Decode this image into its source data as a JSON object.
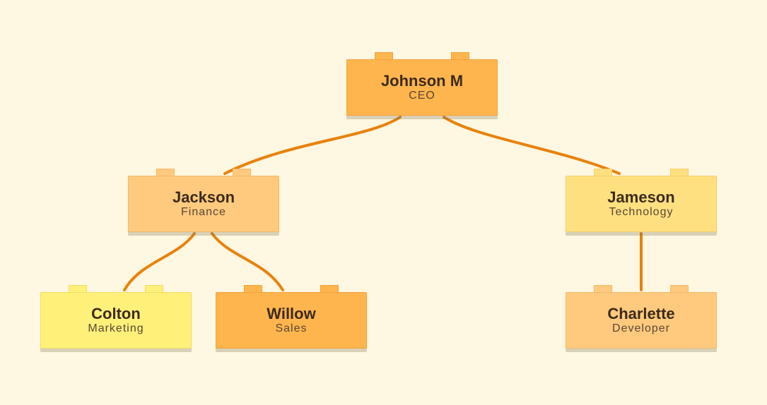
{
  "nodes": {
    "johnson": {
      "name": "Johnson M",
      "role": "CEO",
      "color": "#ffb54d"
    },
    "jackson": {
      "name": "Jackson",
      "role": "Finance",
      "color": "#ffca7d"
    },
    "jameson": {
      "name": "Jameson",
      "role": "Technology",
      "color": "#ffe080"
    },
    "colton": {
      "name": "Colton",
      "role": "Marketing",
      "color": "#fff07a"
    },
    "willow": {
      "name": "Willow",
      "role": "Sales",
      "color": "#ffb54d"
    },
    "charlette": {
      "name": "Charlette",
      "role": "Developer",
      "color": "#ffca7d"
    }
  },
  "edges": [
    {
      "from": "johnson",
      "to": "jackson"
    },
    {
      "from": "johnson",
      "to": "jameson"
    },
    {
      "from": "jackson",
      "to": "colton"
    },
    {
      "from": "jackson",
      "to": "willow"
    },
    {
      "from": "jameson",
      "to": "charlette"
    }
  ],
  "colors": {
    "background": "#fef7e1",
    "connector": "#e8820c",
    "text": "#3d2a1b"
  }
}
